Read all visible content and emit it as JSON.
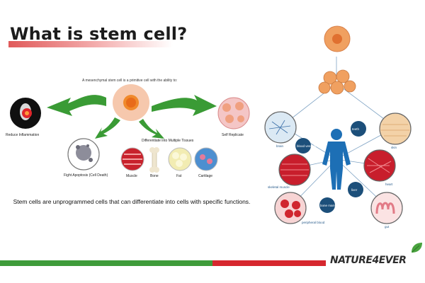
{
  "slide": {
    "title": "What is stem cell?",
    "intro": "A mesenchymal stem cell is a primitive cell with the ability to:",
    "labels": {
      "reduce_inflammation": "Reduce Inflammation",
      "self_replicate": "Self Replicate",
      "differentiate": "Differentiate into Multiple Tissues",
      "fight_apoptosis": "Fight Apoptosis (Cell Death)",
      "muscle": "Muscle",
      "bone": "Bone",
      "fat": "Fat",
      "cartilage": "Cartilage"
    },
    "body_text": "Stem cells are unprogrammed cells that can differentiate into cells with specific functions.",
    "diagram_labels": {
      "teeth": "teeth",
      "brain": "brain",
      "blood_vessels": "blood vessels",
      "skin": "skin",
      "skeletal_muscle": "skeletal muscle",
      "heart": "heart",
      "liver": "liver",
      "bone_marrow": "bone marrow",
      "peripheral_blood": "peripheral blood",
      "gut": "gut"
    },
    "brand": "NATURE4EVER",
    "colors": {
      "title_bar": "#e05a5a",
      "footer_green": "#3f9b3a",
      "footer_red": "#d6272e",
      "label_bubble": "#1c4f7a"
    }
  }
}
